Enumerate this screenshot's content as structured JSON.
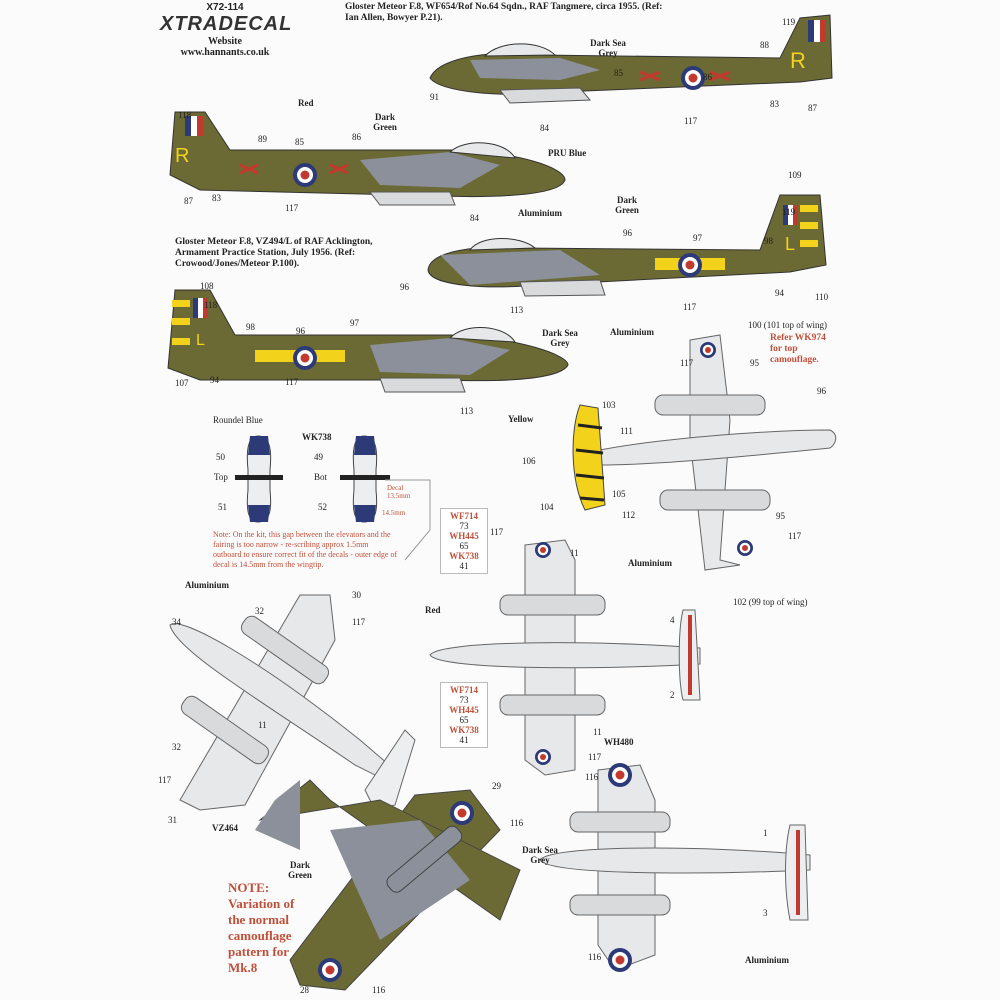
{
  "header": {
    "code": "X72-114",
    "brand": "XTRADECAL",
    "website_label": "Website",
    "website_url": "www.hannants.co.uk"
  },
  "captions": {
    "wf654": "Gloster Meteor F.8, WF654/Rof No.64 Sqdn., RAF Tangmere, circa 1955. (Ref: Ian Allen, Bowyer P.21).",
    "vz494": "Gloster Meteor F.8, VZ494/L of RAF Acklington, Armament Practice Station, July 1956. (Ref: Crowood/Jones/Meteor P.100)."
  },
  "colors": {
    "dark_green": "#6b6a34",
    "dark_sea_grey": "#8b909a",
    "aluminium": "#dfe1e3",
    "roundel_blue": "#2c3a78",
    "roundel_red": "#c23a2e",
    "yellow": "#f2d21b",
    "note_red": "#c0503a"
  },
  "aircraft1": {
    "labels": [
      "Dark Sea Grey",
      "85",
      "86",
      "119",
      "88",
      "83",
      "87",
      "91",
      "84",
      "117",
      "PRU Blue"
    ],
    "code_letter": "R",
    "serial": "WF654"
  },
  "aircraft2": {
    "labels": [
      "118",
      "Red",
      "Dark Green",
      "89",
      "85",
      "86",
      "87",
      "83",
      "117",
      "84"
    ],
    "code_letter": "R"
  },
  "aircraft3": {
    "labels": [
      "Aluminium",
      "Dark Green",
      "109",
      "119",
      "96",
      "97",
      "98",
      "96",
      "113",
      "117",
      "94",
      "110",
      "Aluminium"
    ],
    "code_letter": "L",
    "serial": "VZ494"
  },
  "aircraft4": {
    "labels": [
      "108",
      "118",
      "98",
      "96",
      "97",
      "Dark Sea Grey",
      "107",
      "94",
      "117",
      "113"
    ],
    "code_letter": "L",
    "serial": "VZ494"
  },
  "tail_detail": {
    "roundel_blue": "Roundel Blue",
    "serial": "WK738",
    "labels": [
      "50",
      "49",
      "Top",
      "Bot",
      "51",
      "52"
    ],
    "decal_dim": "Decal 13.5mm",
    "edge_dim": "14.5mm",
    "note": "Note: On the kit, this gap between the elevators and the fairing is too narrow - re-scribing approx 1.5mm outboard to ensure correct fit of the decals - outer edge of decal is 14.5mm from the wingtip."
  },
  "plan_right": {
    "labels": [
      "100 (101 top of wing)",
      "95",
      "96",
      "103",
      "111",
      "Yellow",
      "106",
      "105",
      "104",
      "112",
      "95",
      "117",
      "102 (99 top of wing)",
      "117"
    ],
    "refer_note": "Refer WK974 for top camouflage."
  },
  "serial_boxes": [
    {
      "rows": [
        "WF714",
        "73",
        "WH445",
        "65",
        "WK738",
        "41"
      ]
    },
    {
      "rows": [
        "WF714",
        "73",
        "WH445",
        "65",
        "WK738",
        "41"
      ]
    }
  ],
  "plan_mid": {
    "labels": [
      "117",
      "11",
      "Aluminium",
      "Red",
      "4",
      "2",
      "11",
      "117"
    ]
  },
  "plan_left": {
    "labels": [
      "Aluminium",
      "30",
      "32",
      "117",
      "34",
      "11",
      "32",
      "117",
      "31",
      "VZ464"
    ]
  },
  "plan_camo": {
    "labels": [
      "29",
      "116",
      "Dark Sea Grey",
      "Dark Green",
      "28",
      "116"
    ],
    "note": [
      "NOTE:",
      "Variation of",
      "the normal",
      "camouflage",
      "pattern for",
      "Mk.8"
    ]
  },
  "plan_wh480": {
    "labels": [
      "WH480",
      "116",
      "1",
      "3",
      "Aluminium",
      "116"
    ]
  }
}
